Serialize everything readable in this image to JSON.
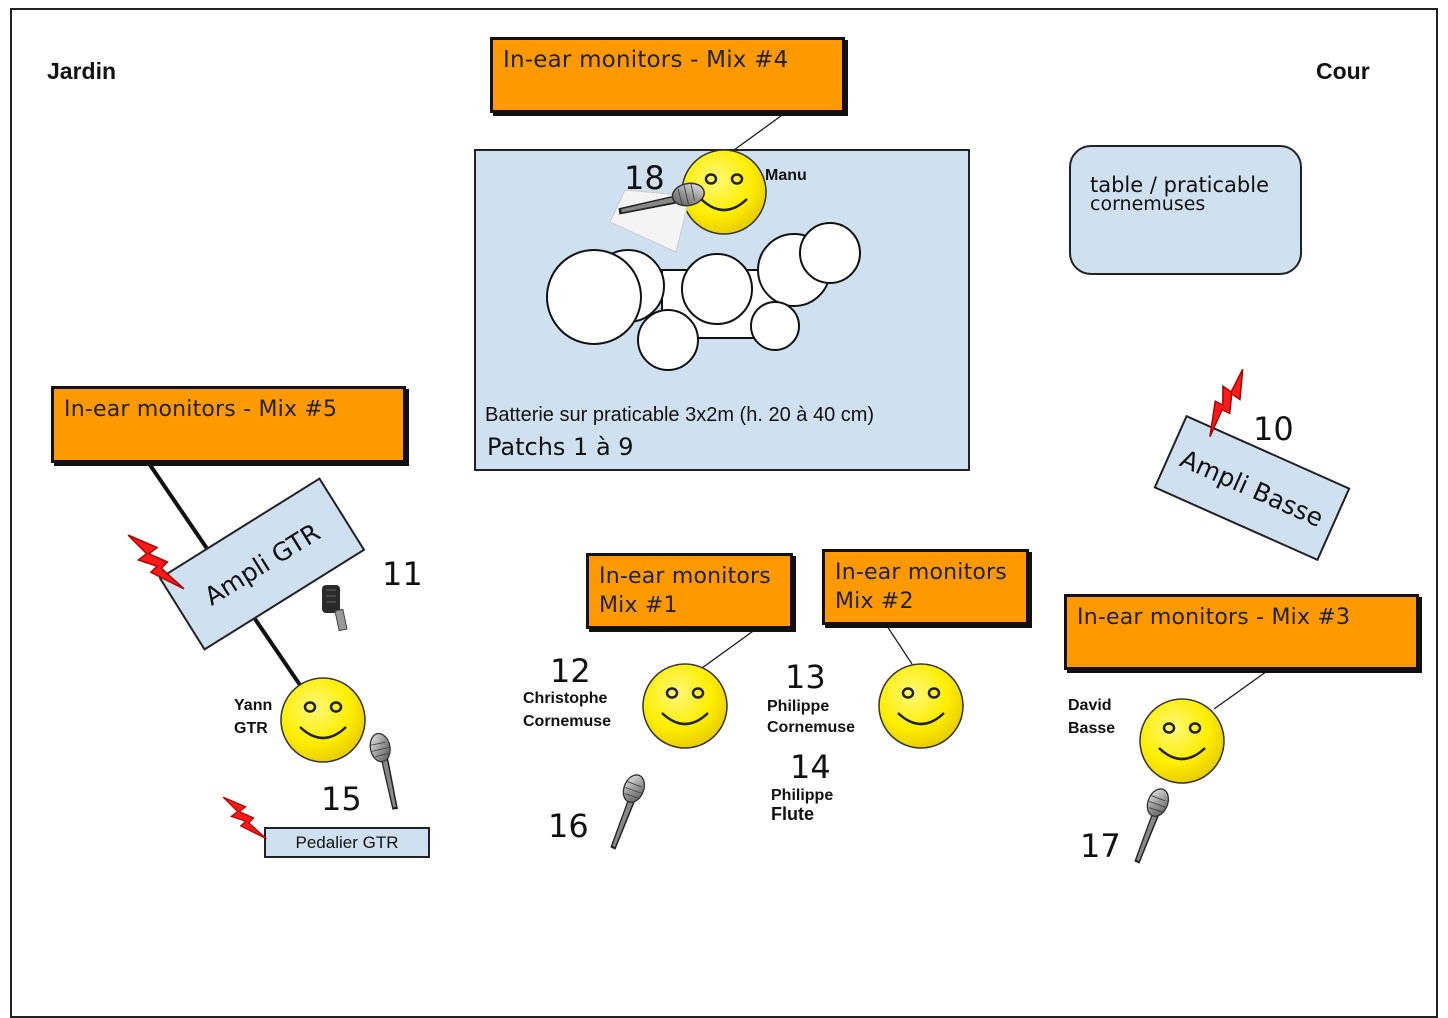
{
  "sides": {
    "left": "Jardin",
    "right": "Cour"
  },
  "monitors": {
    "mix4": "In-ear monitors - Mix #4",
    "mix5": "In-ear monitors - Mix #5",
    "mix1_line1": "In-ear monitors",
    "mix1_line2": "Mix #1",
    "mix2_line1": "In-ear monitors",
    "mix2_line2": "Mix #2",
    "mix3": "In-ear monitors - Mix #3"
  },
  "drums": {
    "caption": "Batterie sur praticable 3x2m (h. 20 à 40 cm)",
    "patchs": "Patchs 1 à 9",
    "mic_number": "18",
    "player": "Manu"
  },
  "table": {
    "line1": "table / praticable",
    "line2": "cornemuses"
  },
  "amps": {
    "guitar": "Ampli GTR",
    "bass": "Ampli Basse",
    "pedal": "Pedalier GTR"
  },
  "patch_numbers": {
    "bass_amp": "10",
    "guitar_amp": "11",
    "p12": "12",
    "p13": "13",
    "p14": "14",
    "p15": "15",
    "p16": "16",
    "p17": "17"
  },
  "musicians": {
    "yann": {
      "name": "Yann",
      "role": "GTR"
    },
    "christophe": {
      "name": "Christophe",
      "role": "Cornemuse"
    },
    "philippe1": {
      "name": "Philippe",
      "role": "Cornemuse"
    },
    "philippe2": {
      "name": "Philippe",
      "role": "Flute"
    },
    "david": {
      "name": "David",
      "role": "Basse"
    }
  },
  "colors": {
    "monitor_fill": "#ff9900",
    "stage_element_fill": "#cfe0f1",
    "smiley": "#ffee00",
    "power": "#ff0000"
  },
  "icons": [
    "smiley-icon",
    "microphone-icon",
    "power-lightning-icon",
    "drum-icon"
  ]
}
